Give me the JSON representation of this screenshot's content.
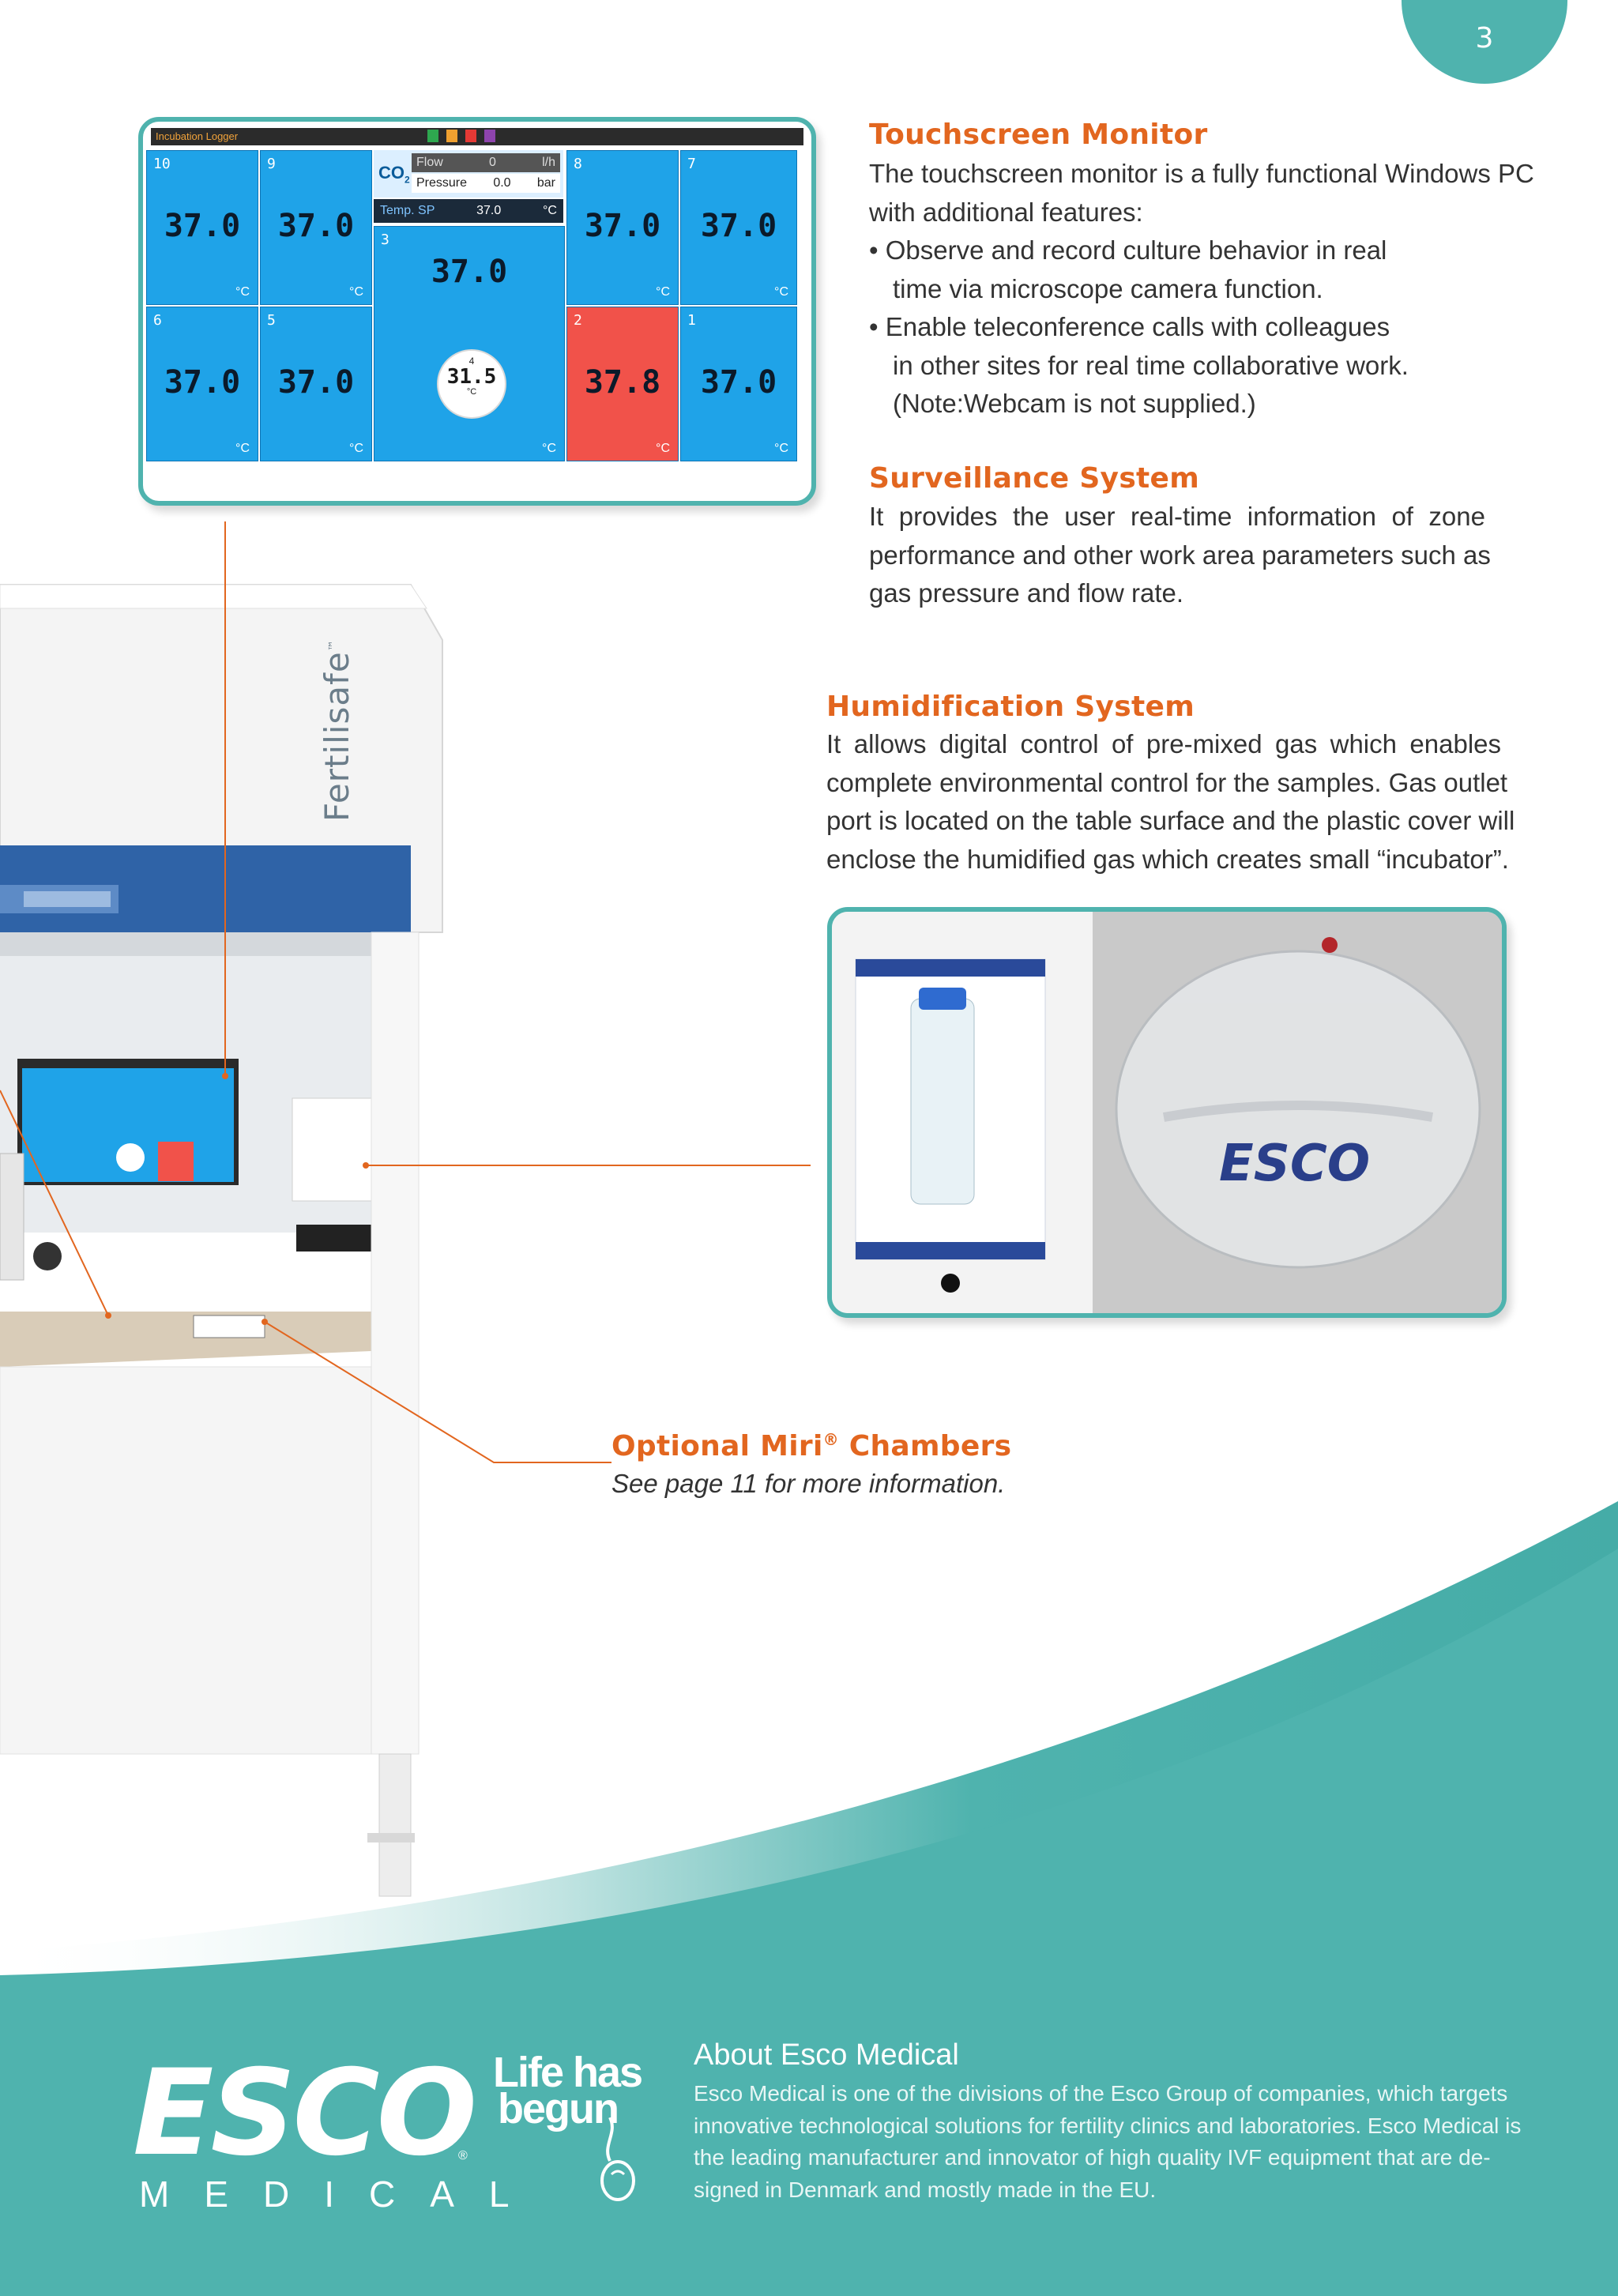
{
  "page_number": "3",
  "sections": {
    "touchscreen": {
      "heading": "Touchscreen Monitor",
      "lines": [
        "The touchscreen monitor is a fully functional Windows PC",
        "with additional  features:",
        "• Observe and record culture behavior in real",
        "time via microscope camera function.",
        "• Enable teleconference calls with colleagues",
        "in other sites for real time collaborative work.",
        "(Note:Webcam is not supplied.)"
      ]
    },
    "surveillance": {
      "heading": "Surveillance System",
      "lines": [
        "It provides the user real-time information of zone",
        "performance and other work area parameters such as",
        "gas pressure and flow rate."
      ]
    },
    "humidification": {
      "heading": "Humidification System",
      "lines": [
        "It allows digital control of pre-mixed gas which enables",
        "complete environmental control for the samples.  Gas outlet",
        "port is located on the table surface and the plastic cover will",
        "enclose the humidified gas which creates small “incubator”."
      ]
    },
    "miri": {
      "heading": "Optional Miri",
      "heading_reg": "®",
      "heading_tail": " Chambers",
      "note": "See page 11 for more information."
    }
  },
  "monitor": {
    "title": "Incubation Logger",
    "tiles": [
      {
        "label": "10",
        "value": "37.0",
        "unit": "°C"
      },
      {
        "label": "9",
        "value": "37.0",
        "unit": "°C"
      },
      {
        "label": "8",
        "value": "37.0",
        "unit": "°C"
      },
      {
        "label": "7",
        "value": "37.0",
        "unit": "°C"
      },
      {
        "label": "6",
        "value": "37.0",
        "unit": "°C"
      },
      {
        "label": "5",
        "value": "37.0",
        "unit": "°C"
      },
      {
        "label": "3",
        "value": "37.0",
        "unit": "°C"
      },
      {
        "label": "2",
        "value": "37.8",
        "unit": "°C"
      },
      {
        "label": "1",
        "value": "37.0",
        "unit": "°C"
      }
    ],
    "co2": {
      "label": "CO",
      "label_sub": "2",
      "flow_label": "Flow",
      "flow_value": "0",
      "flow_unit": "l/h",
      "pressure_label": "Pressure",
      "pressure_value": "0.0",
      "pressure_unit": "bar",
      "temp_label": "Temp. SP",
      "temp_value": "37.0",
      "temp_unit": "°C"
    },
    "gauge": {
      "label": "4",
      "value": "31.5",
      "unit": "°C"
    }
  },
  "cabinet": {
    "brand": "Fertilisafe",
    "brand_tm": "™",
    "photo_logo": "ESCO"
  },
  "footer": {
    "brand": "ESCO",
    "brand_sub": "MEDICAL",
    "reg": "®",
    "tagline_line1": "Life has",
    "tagline_line2": "begun",
    "about_title": "About Esco Medical",
    "about_lines": [
      "Esco Medical is one of the divisions of the Esco Group of companies, which targets",
      "innovative technological solutions for fertility clinics and laboratories. Esco Medical is",
      "the leading manufacturer and innovator of high quality IVF equipment that are de-",
      "signed in Denmark and mostly made in the EU."
    ]
  },
  "colors": {
    "accent": "#e2661f",
    "teal": "#4fb3ae",
    "tile_blue": "#1fa3e8",
    "tile_red": "#f1524a"
  }
}
